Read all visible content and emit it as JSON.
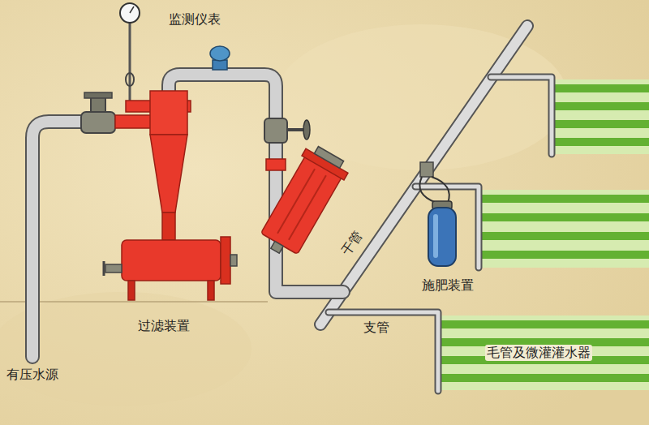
{
  "diagram": {
    "labels": [
      "监测仪表",
      "有压水源",
      "过滤装置",
      "干管",
      "支管",
      "施肥装置",
      "毛管及微灌灌水器"
    ]
  }
}
